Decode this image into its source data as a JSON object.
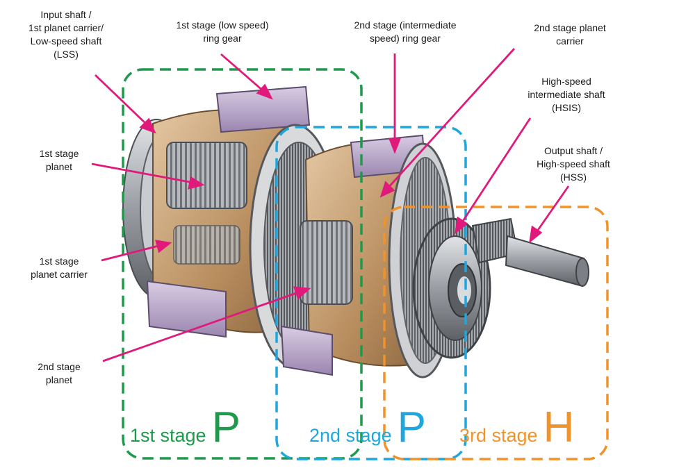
{
  "colors": {
    "stage1": "#1f9a4c",
    "stage2": "#1fa6dd",
    "stage3": "#f0932b",
    "arrow": "#e0197b",
    "bronze": "#c9a27a",
    "ring": "#b9a6c9",
    "steel": "#8f9399"
  },
  "labels": {
    "input_shaft": [
      "Input shaft /",
      "1st planet carrier/",
      "Low-speed shaft",
      "(LSS)"
    ],
    "ring1": [
      "1st stage (low speed)",
      "ring gear"
    ],
    "ring2": [
      "2nd stage (intermediate",
      "speed) ring gear"
    ],
    "carrier2": [
      "2nd stage planet",
      "carrier"
    ],
    "hsis": [
      "High-speed",
      "intermediate shaft",
      "(HSIS)"
    ],
    "output_shaft": [
      "Output shaft /",
      "High-speed shaft",
      "(HSS)"
    ],
    "planet1": [
      "1st stage",
      "planet"
    ],
    "carrier1": [
      "1st stage",
      "planet carrier"
    ],
    "planet2": [
      "2nd stage",
      "planet"
    ]
  },
  "stages": [
    {
      "text": "1st stage",
      "letter": "P",
      "color": "#1f9a4c"
    },
    {
      "text": "2nd stage",
      "letter": "P",
      "color": "#1fa6dd"
    },
    {
      "text": "3rd stage",
      "letter": "H",
      "color": "#f0932b"
    }
  ]
}
